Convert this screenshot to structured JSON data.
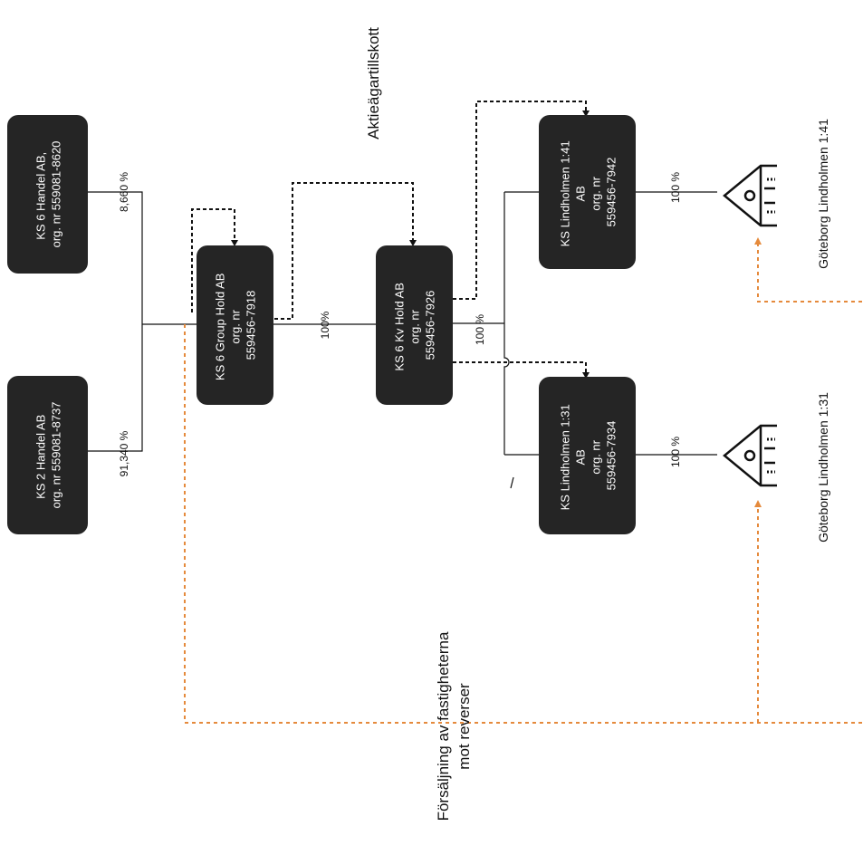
{
  "companies": {
    "ks6_handel": {
      "line1": "KS 6 Handel AB,",
      "line2": "org. nr 559081-8620"
    },
    "ks2_handel": {
      "line1": "KS 2 Handel AB",
      "line2": "org. nr 559081-8737"
    },
    "group_hold": {
      "line1": "KS 6 Group Hold AB",
      "line2": "org. nr",
      "line3": "559456-7918"
    },
    "kv_hold": {
      "line1": "KS 6 Kv Hold AB",
      "line2": "org. nr",
      "line3": "559456-7926"
    },
    "lindholmen_141": {
      "line1": "KS Lindholmen 1:41",
      "line2": "AB",
      "line3": "org. nr",
      "line4": "559456-7942"
    },
    "lindholmen_131": {
      "line1": "KS Lindholmen 1:31",
      "line2": "AB",
      "line3": "org. nr",
      "line4": "559456-7934"
    }
  },
  "percentages": {
    "ks6_handel": "8,660 %",
    "ks2_handel": "91,340 %",
    "group_to_kv": "100%",
    "kv_to_subs": "100 %",
    "sub141_to_prop": "100 %",
    "sub131_to_prop": "100 %"
  },
  "properties": {
    "prop_141": "Göteborg Lindholmen 1:41",
    "prop_131": "Göteborg Lindholmen 1:31"
  },
  "annotations": {
    "shareholder_contribution": "Aktieägartillskott",
    "sale_line1": "Försäljning av fastigheterna",
    "sale_line2": "mot reverser"
  }
}
